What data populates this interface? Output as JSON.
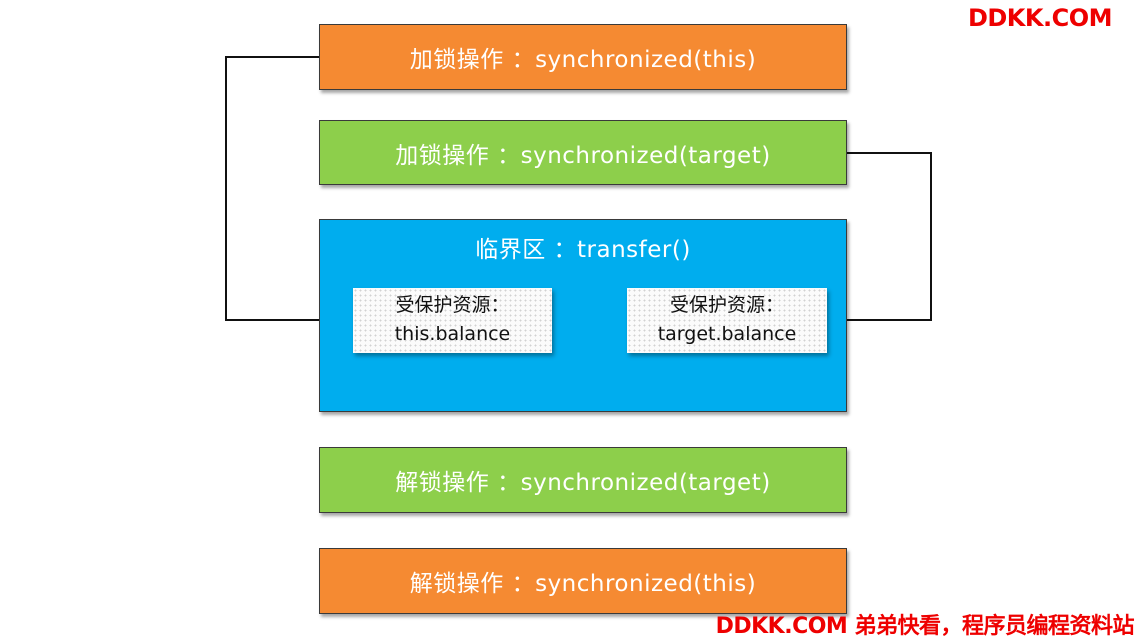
{
  "watermark": {
    "top": "DDKK.COM",
    "bottom": "DDKK.COM 弟弟快看，程序员编程资料站"
  },
  "steps": {
    "lock_this": "加锁操作 ：synchronized(this)",
    "lock_target": "加锁操作 ：synchronized(target)",
    "critical_section": "临界区 ：transfer()",
    "unlock_target": "解锁操作 ：synchronized(target)",
    "unlock_this": "解锁操作 ：synchronized(this)"
  },
  "resources": {
    "left": {
      "label": "受保护资源：",
      "value": "this.balance"
    },
    "right": {
      "label": "受保护资源：",
      "value": "target.balance"
    }
  },
  "colors": {
    "orange": "#f58a32",
    "green": "#8dcf4b",
    "blue": "#00adee",
    "watermark": "#ee0000"
  }
}
